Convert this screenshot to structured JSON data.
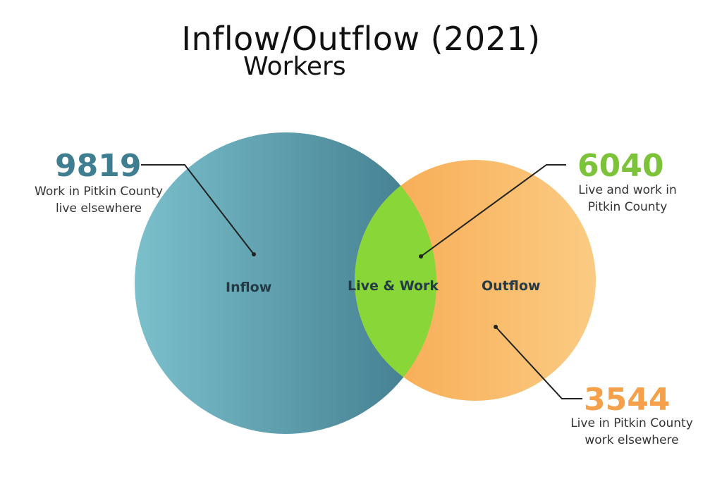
{
  "title": "Inflow/Outflow (2021)",
  "subtitle": "Workers",
  "colors": {
    "inflow_teal_dark": "#3f7a8c",
    "inflow_teal_light": "#7cc0cc",
    "live_work_green": "#88d637",
    "outflow_orange_light": "#fbcb83",
    "outflow_orange_dark": "#f7a84e",
    "number_teal": "#3f7e90",
    "number_green": "#7cc33a",
    "number_orange": "#f5a04a"
  },
  "circles": {
    "inflow_label": "Inflow",
    "live_work_label": "Live & Work",
    "outflow_label": "Outflow"
  },
  "stats": {
    "inflow": {
      "value": "9819",
      "line1": "Work in Pitkin County",
      "line2": "live elsewhere"
    },
    "live_work": {
      "value": "6040",
      "line1": "Live and work in",
      "line2": "Pitkin County"
    },
    "outflow": {
      "value": "3544",
      "line1": "Live in Pitkin County",
      "line2": "work elsewhere"
    }
  }
}
